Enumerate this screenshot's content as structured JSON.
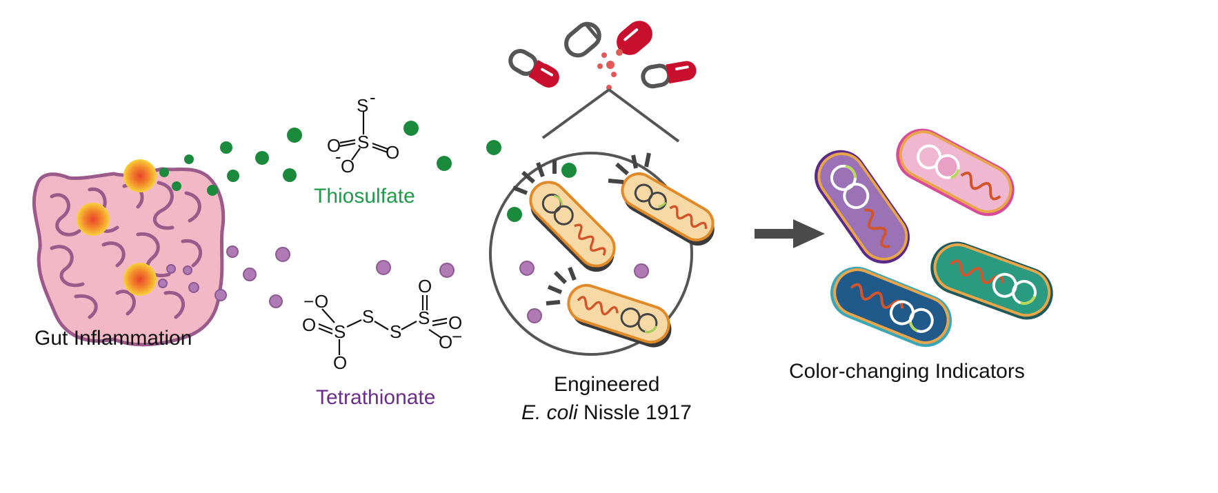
{
  "labels": {
    "gut": "Gut Inflammation",
    "thiosulfate": "Thiosulfate",
    "tetrathionate": "Tetrathionate",
    "engineered_line1": "Engineered",
    "engineered_species": "E. coli",
    "engineered_rest": " Nissle 1917",
    "indicators": "Color-changing Indicators"
  },
  "thiosulfate_structure": {
    "s_top": "S",
    "s_top_charge": "-",
    "s_center": "S",
    "o_left": "O",
    "o_right": "O",
    "o_bottom": "O",
    "o_bottom_charge": "-"
  },
  "tetrathionate_structure": {
    "o_minus_left_charge": "−",
    "o_minus_left": "O",
    "o_left_dbl": "O",
    "s1": "S",
    "o_bottom1": "O",
    "s2": "S",
    "s3": "S",
    "o_top4": "O",
    "s4": "S",
    "o_right_dbl": "O",
    "o_minus_right": "O",
    "o_minus_right_charge": "−"
  },
  "colors": {
    "thiosulfate": "#1b8a3c",
    "thiosulfate_text": "#1f9a4a",
    "tetrathionate": "#a46aa9",
    "tetrathionate_text": "#6a2e8a",
    "gut": "#f2b8c6",
    "gut_outline": "#9a5a8a",
    "pill_red": "#c8102e",
    "pill_outline": "#555555",
    "arrow": "#4a4a4a"
  }
}
